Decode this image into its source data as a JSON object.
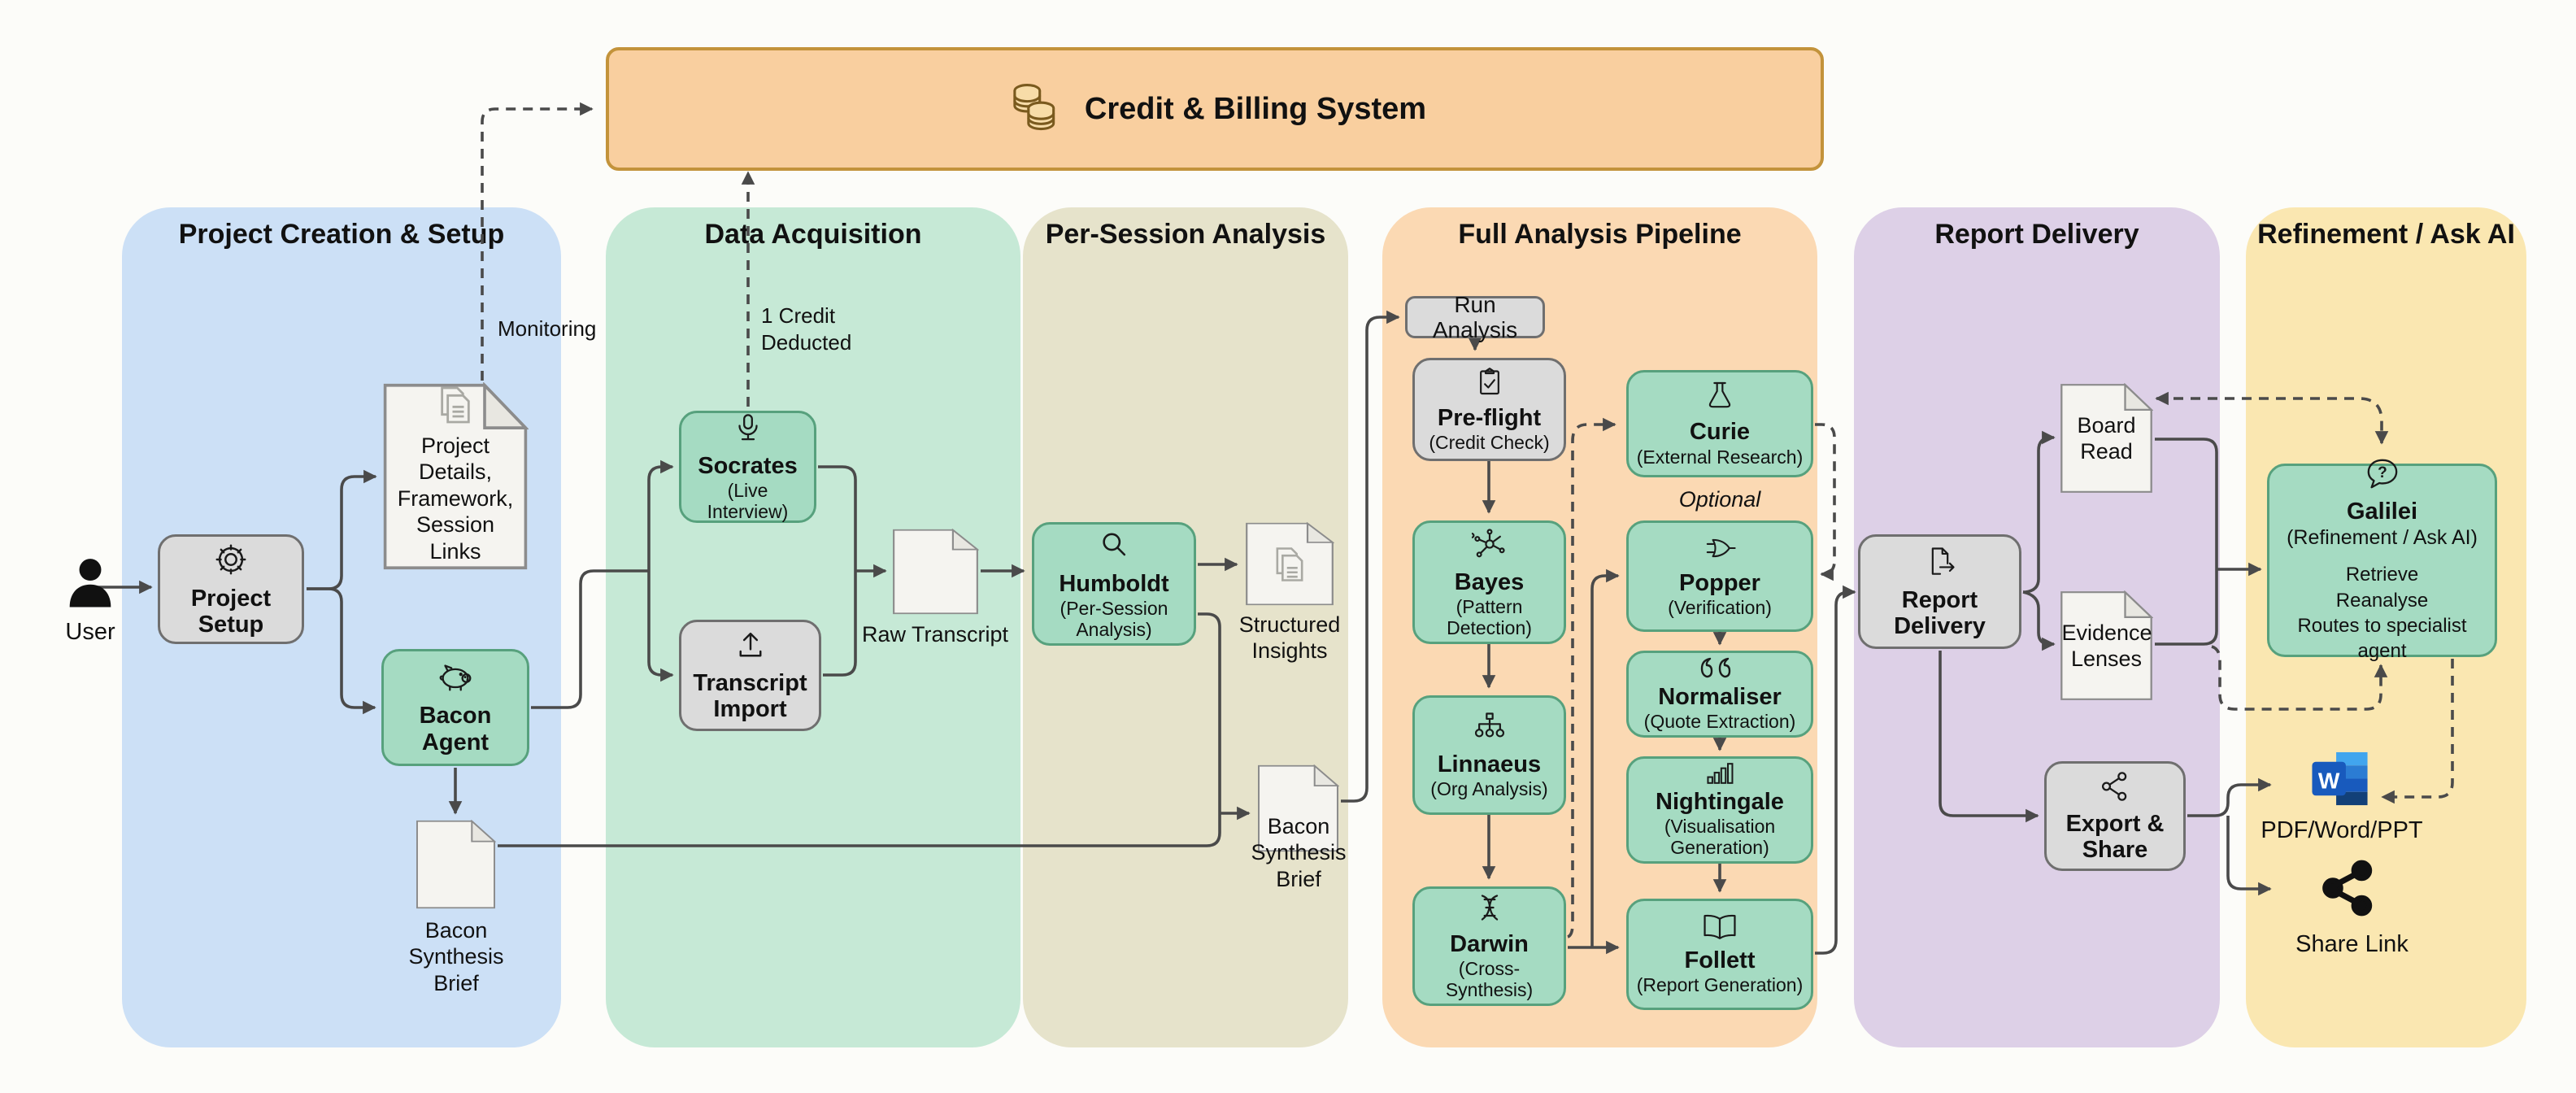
{
  "credit": {
    "title": "Credit & Billing System"
  },
  "user": {
    "label": "User"
  },
  "lanes": [
    {
      "title": "Project Creation & Setup",
      "color": "#CCE0F6"
    },
    {
      "title": "Data Acquisition",
      "color": "#C6E9D6"
    },
    {
      "title": "Per-Session Analysis",
      "color": "#E6E3CB"
    },
    {
      "title": "Full Analysis Pipeline",
      "color": "#FBD9B3"
    },
    {
      "title": "Report Delivery",
      "color": "#DDD0E7"
    },
    {
      "title": "Refinement / Ask AI",
      "color": "#FAE7B1"
    }
  ],
  "edge_labels": {
    "monitoring": "Monitoring",
    "credit_deducted_1": "1 Credit",
    "credit_deducted_2": "Deducted",
    "optional": "Optional"
  },
  "nodes": {
    "project_setup": {
      "title": "Project Setup"
    },
    "bacon_agent": {
      "title": "Bacon Agent"
    },
    "socrates": {
      "title": "Socrates",
      "subtitle": "(Live Interview)"
    },
    "transcript_import": {
      "title": "Transcript Import"
    },
    "humboldt": {
      "title": "Humboldt",
      "subtitle": "(Per-Session Analysis)"
    },
    "run_analysis": {
      "title": "Run Analysis"
    },
    "preflight": {
      "title": "Pre-flight",
      "subtitle": "(Credit Check)"
    },
    "bayes": {
      "title": "Bayes",
      "subtitle": "(Pattern Detection)"
    },
    "linnaeus": {
      "title": "Linnaeus",
      "subtitle": "(Org Analysis)"
    },
    "darwin": {
      "title": "Darwin",
      "subtitle": "(Cross-Synthesis)"
    },
    "curie": {
      "title": "Curie",
      "subtitle": "(External Research)"
    },
    "popper": {
      "title": "Popper",
      "subtitle": "(Verification)"
    },
    "normaliser": {
      "title": "Normaliser",
      "subtitle": "(Quote Extraction)"
    },
    "nightingale": {
      "title": "Nightingale",
      "subtitle": "(Visualisation Generation)"
    },
    "follett": {
      "title": "Follett",
      "subtitle": "(Report Generation)"
    },
    "report_delivery": {
      "title": "Report Delivery"
    },
    "export_share": {
      "title": "Export & Share"
    },
    "galilei": {
      "title": "Galilei",
      "subtitle": "(Refinement / Ask AI)",
      "lines": [
        "Retrieve",
        "Reanalyse",
        "Routes to specialist agent"
      ]
    }
  },
  "docs": {
    "project_details": {
      "label": "Project Details, Framework, Session Links"
    },
    "bacon_brief_1": {
      "label": "Bacon Synthesis Brief"
    },
    "raw_transcript": {
      "label": "Raw Transcript"
    },
    "structured_insights": {
      "label": "Structured Insights"
    },
    "bacon_brief_2": {
      "label": "Bacon Synthesis Brief"
    },
    "board_read": {
      "label": "Board Read"
    },
    "evidence_lenses": {
      "label": "Evidence Lenses"
    }
  },
  "outputs": {
    "pdf_word_ppt": {
      "label": "PDF/Word/PPT"
    },
    "share_link": {
      "label": "Share Link"
    }
  },
  "colors": {
    "agent_green": "#A5DBC2",
    "agent_green_border": "#57A17D",
    "step_gray": "#DBDBDB",
    "credit_fill": "#F9CF9F",
    "credit_border": "#C3933B",
    "arrow": "#4a4a4a"
  }
}
